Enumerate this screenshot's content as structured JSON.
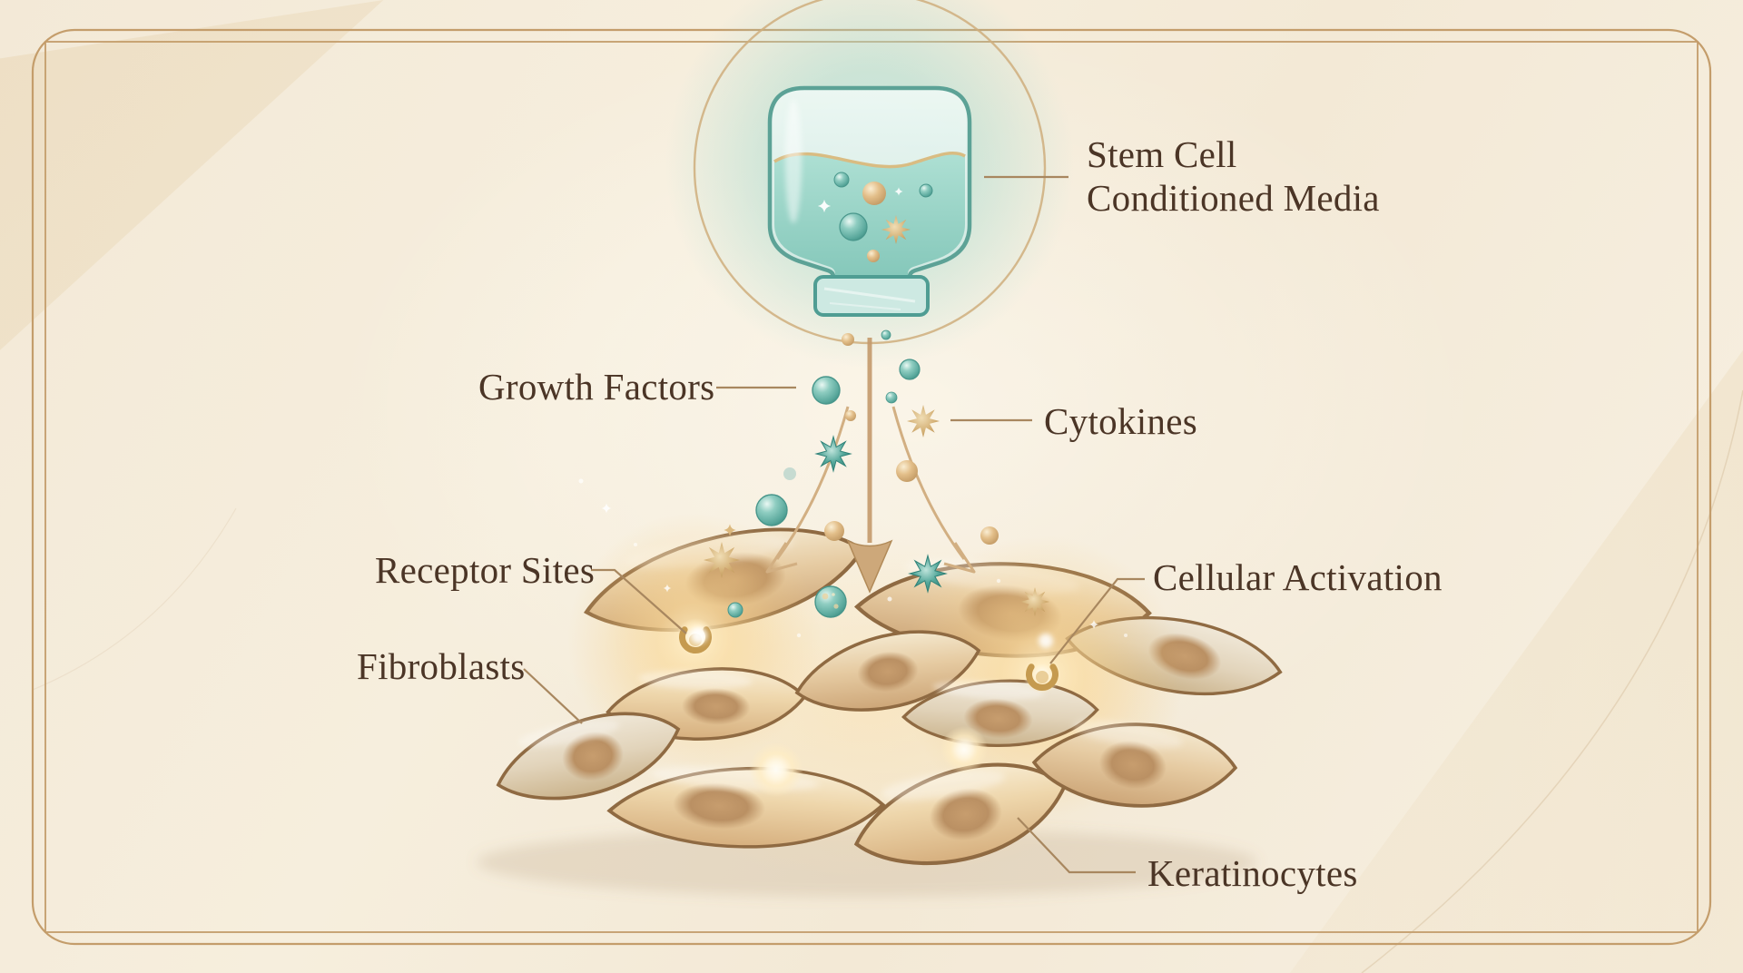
{
  "diagram": {
    "labels": {
      "stem_cell_media": {
        "line1": "Stem Cell",
        "line2": "Conditioned Media"
      },
      "growth_factors": "Growth Factors",
      "cytokines": "Cytokines",
      "receptor_sites": "Receptor Sites",
      "fibroblasts": "Fibroblasts",
      "cellular_activation": "Cellular Activation",
      "keratinocytes": "Keratinocytes"
    },
    "colors": {
      "background": "#f5edde",
      "frame_gold": "#c49d6b",
      "label_text": "#4b3526",
      "leader_line": "#a8875f",
      "arrow_tan": "#c9a06f",
      "teal_particle": "#5fafa3",
      "gold_particle": "#d5ae74",
      "cell_fill": "#dfc098",
      "cell_outline": "#916c44",
      "liquid_teal": "#8ccdbf"
    },
    "legend": {
      "media_vessel": "inverted-glass-bottle",
      "growth_factors_particle": "teal-sphere",
      "cytokines_particle": "gold-starburst",
      "receptor_marker": "gold-crescent"
    }
  }
}
